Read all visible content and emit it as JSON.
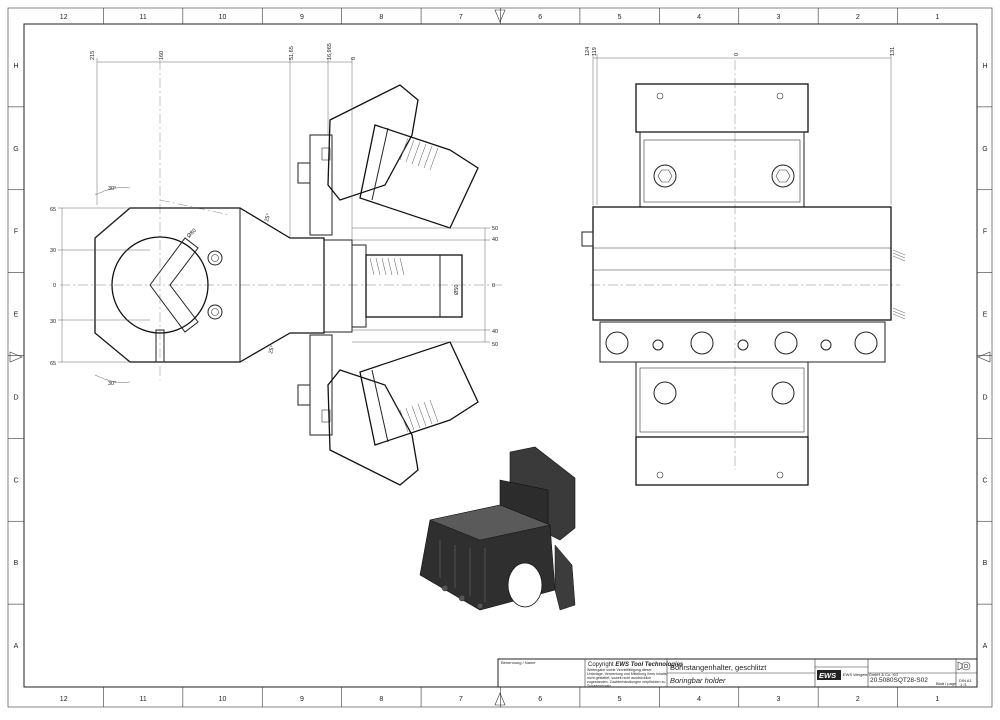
{
  "sheet": {
    "grid_columns": [
      "12",
      "11",
      "10",
      "9",
      "8",
      "7",
      "6",
      "5",
      "4",
      "3",
      "2",
      "1"
    ],
    "grid_rows": [
      "H",
      "G",
      "F",
      "E",
      "D",
      "C",
      "B",
      "A"
    ]
  },
  "dimensions": {
    "top_left": [
      "215",
      "160",
      "51,65",
      "16,965",
      "0"
    ],
    "left_vertical": [
      "65",
      "30",
      "0",
      "30",
      "65"
    ],
    "right_vertical": [
      "50",
      "40",
      "0",
      "40",
      "50"
    ],
    "diameter_bore": "Ø80",
    "diameter_tool": "Ø50",
    "angle_top": "30°",
    "angle_bottom": "30°",
    "angle_small_top": "25°",
    "angle_small_bottom": "25°",
    "side_view_top": [
      "124",
      "119",
      "0",
      "131"
    ]
  },
  "title_block": {
    "left_caption": "Benennung / Name",
    "copyright_line1": "Copyright",
    "copyright_brand": "EWS Tool Technologies",
    "copyright_text": "Weitergabe sowie Vervielfältigung dieser Unterlage, Verwertung und Mitteilung ihres Inhalts nicht gestattet, soweit nicht ausdrücklich zugestanden. Zuwiderhandlungen verpflichten zu Schadenersatz.",
    "title_de": "Bohrstangenhalter, geschlitzt",
    "title_en": "Boringbar holder",
    "logo": "EWS",
    "company": "EWS Weigele GmbH & Co. KG",
    "drawing_number": "20.5080SQT28-S02",
    "sheet_format": "DIN A1",
    "sheet_label": "Blatt / page",
    "sheet_number": "1 /1"
  }
}
